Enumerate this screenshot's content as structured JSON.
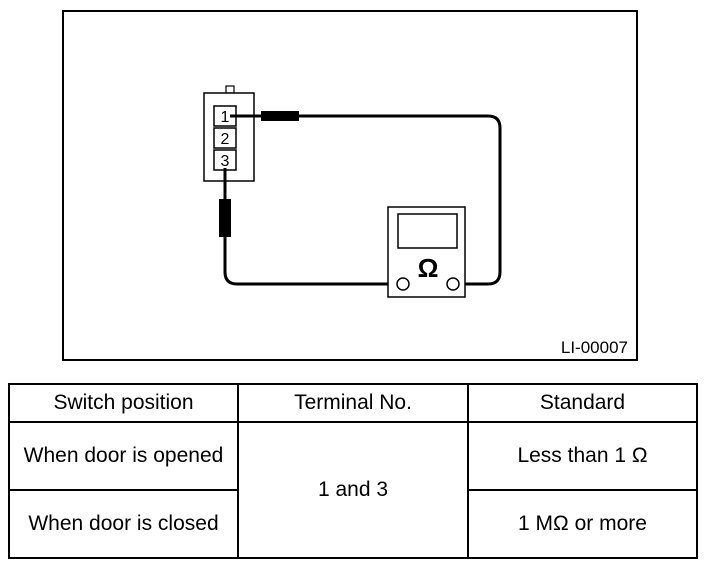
{
  "diagram": {
    "connector_pins": [
      "1",
      "2",
      "3"
    ],
    "meter_symbol": "Ω",
    "figure_id": "LI-00007"
  },
  "table": {
    "headers": [
      "Switch position",
      "Terminal No.",
      "Standard"
    ],
    "rows": [
      {
        "position": "When door is opened",
        "terminal": "1 and 3",
        "standard": "Less than 1 Ω"
      },
      {
        "position": "When door is closed",
        "terminal": "1 and 3",
        "standard": "1 MΩ or more"
      }
    ]
  }
}
